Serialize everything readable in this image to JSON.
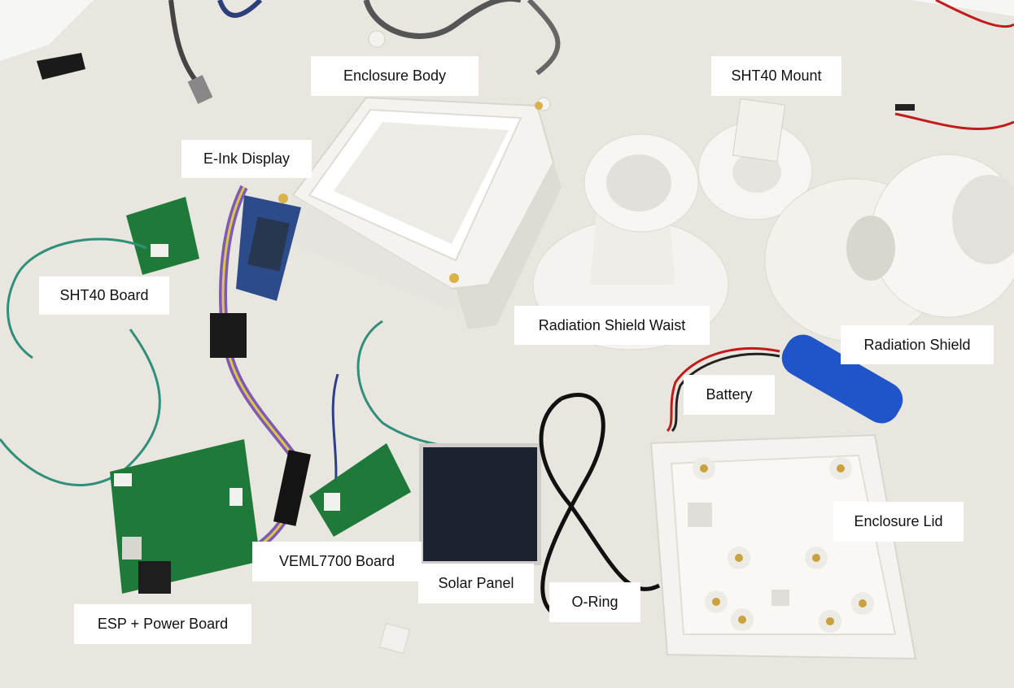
{
  "labels": {
    "enclosure_body": "Enclosure Body",
    "sht40_mount": "SHT40 Mount",
    "eink_display": "E-Ink Display",
    "sht40_board": "SHT40 Board",
    "radiation_shield_waist": "Radiation Shield Waist",
    "radiation_shield": "Radiation Shield",
    "battery": "Battery",
    "enclosure_lid": "Enclosure Lid",
    "veml7700_board": "VEML7700 Board",
    "solar_panel": "Solar Panel",
    "o_ring": "O-Ring",
    "esp_power_board": "ESP + Power Board"
  },
  "colors": {
    "table": "#e9e6df",
    "white_print": "#f4f3ef",
    "pcb_green": "#1f7a3a",
    "wire_teal": "#2f8f7a",
    "battery_blue": "#1f55c8",
    "solar_black": "#1c2230"
  }
}
